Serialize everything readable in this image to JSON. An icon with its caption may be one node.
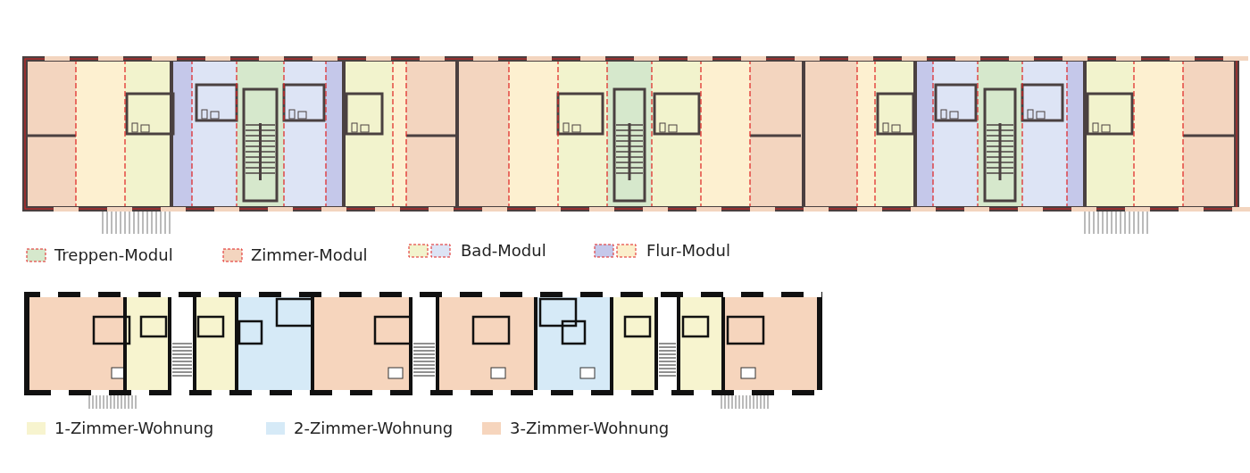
{
  "diagram": {
    "legend": [
      {
        "text": "Treppen-Modul",
        "color": "#d6e8cc"
      },
      {
        "text": "Zimmer-Modul",
        "color": "#f3d5bf"
      },
      {
        "text": "Bad-Modul",
        "color": "#f2f3cd"
      },
      {
        "text": "Flur-Modul",
        "color": "#c5c8ea"
      },
      {
        "text": "1-Zimmer-Wohnung",
        "color": "#f7f4cf"
      },
      {
        "text": "2-Zimmer-Wohnung",
        "color": "#d6eaf7"
      },
      {
        "text": "3-Zimmer-Wohnung",
        "color": "#f6d5bd"
      }
    ]
  }
}
